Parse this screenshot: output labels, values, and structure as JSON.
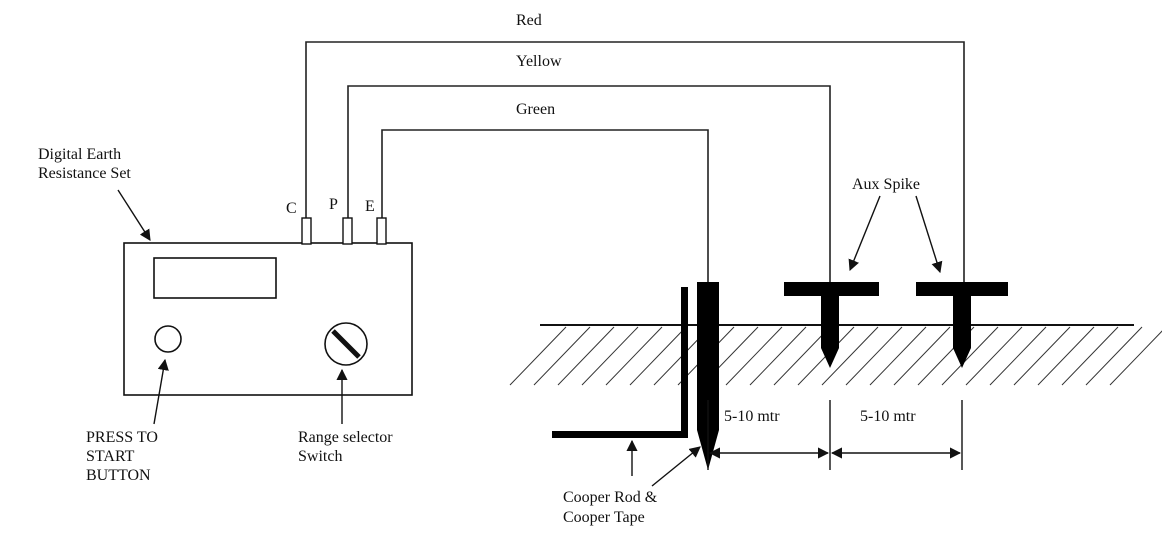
{
  "wires": {
    "red": "Red",
    "yellow": "Yellow",
    "green": "Green"
  },
  "device": {
    "title_line1": "Digital Earth",
    "title_line2": "Resistance Set",
    "terminal_c": "C",
    "terminal_p": "P",
    "terminal_e": "E",
    "button_line1": "PRESS TO",
    "button_line2": "START",
    "button_line3": "BUTTON",
    "selector_line1": "Range selector",
    "selector_line2": "Switch"
  },
  "ground": {
    "aux_spike_label": "Aux Spike",
    "distance_1": "5-10 mtr",
    "distance_2": "5-10 mtr",
    "rod_line1": "Cooper Rod &",
    "rod_line2": "Cooper Tape"
  },
  "colors": {
    "line": "#222222",
    "fill": "#000000",
    "background": "#ffffff"
  }
}
